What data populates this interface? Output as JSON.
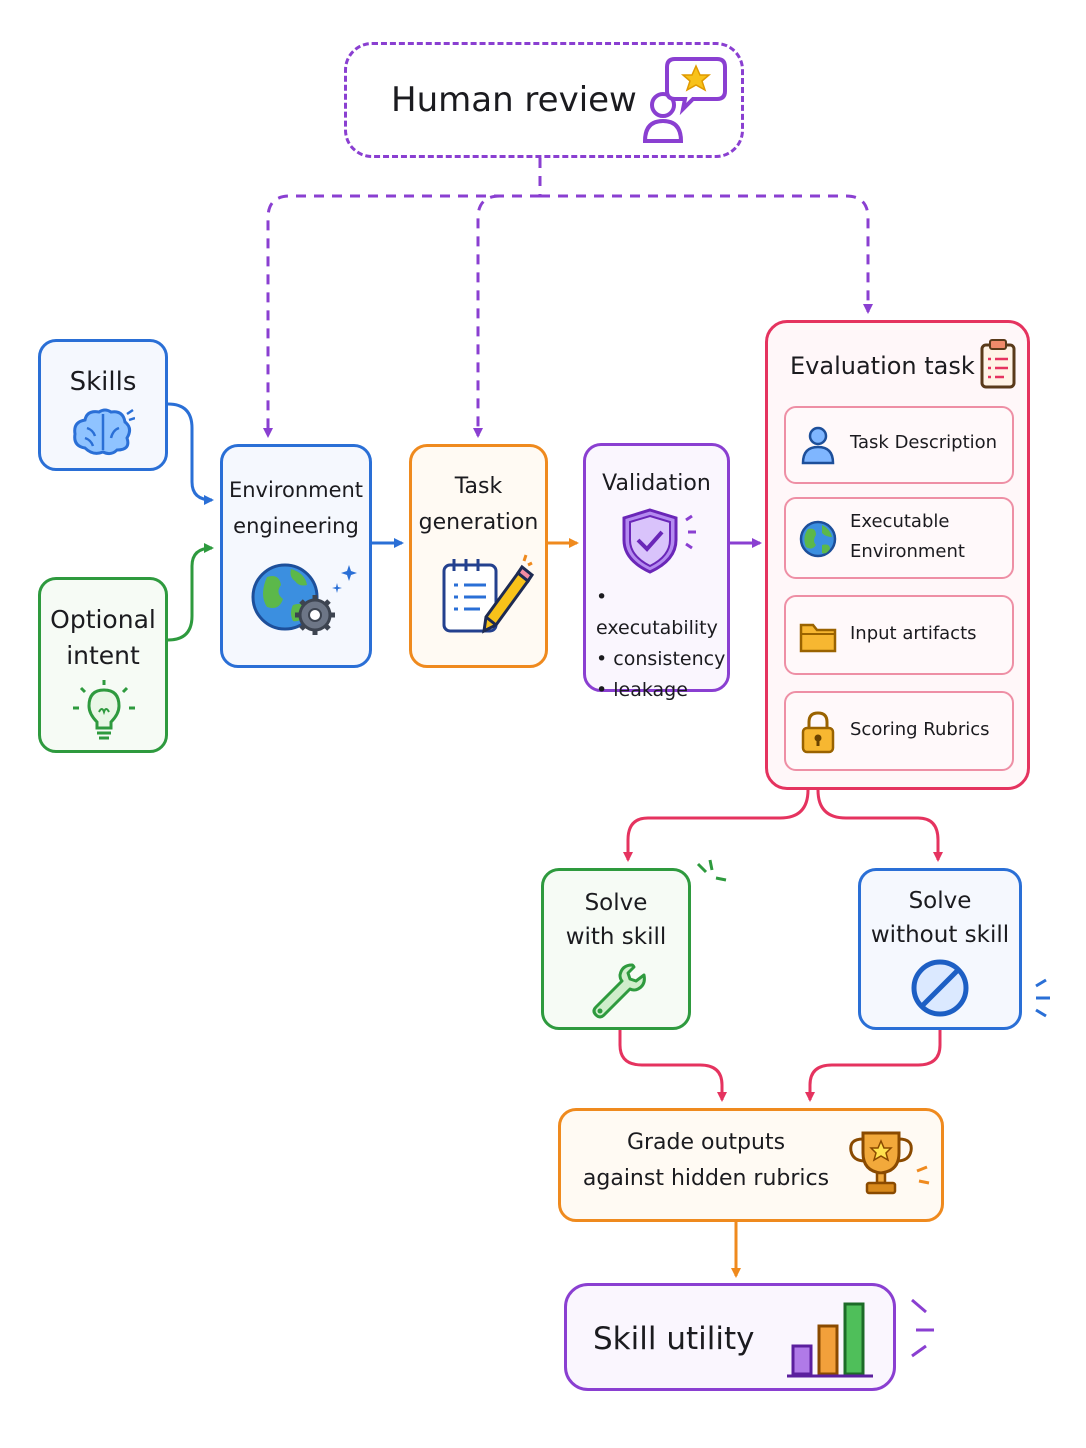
{
  "human_review": {
    "title": "Human review"
  },
  "skills": {
    "label": "Skills"
  },
  "optional_intent": {
    "line1": "Optional",
    "line2": "intent"
  },
  "environment_engineering": {
    "line1": "Environment",
    "line2": "engineering"
  },
  "task_generation": {
    "line1": "Task",
    "line2": "generation"
  },
  "validation": {
    "title": "Validation",
    "checks": [
      "executability",
      "consistency",
      "leakage"
    ]
  },
  "evaluation_task": {
    "title": "Evaluation task",
    "items": [
      {
        "line1": "Task Description",
        "line2": ""
      },
      {
        "line1": "Executable",
        "line2": "Environment"
      },
      {
        "line1": "Input artifacts",
        "line2": ""
      },
      {
        "line1": "Scoring Rubrics",
        "line2": ""
      }
    ]
  },
  "solve_with_skill": {
    "line1": "Solve",
    "line2": "with skill"
  },
  "solve_without_skill": {
    "line1": "Solve",
    "line2": "without skill"
  },
  "grade_outputs": {
    "line1": "Grade outputs",
    "line2": "against hidden rubrics"
  },
  "skill_utility": {
    "title": "Skill utility"
  },
  "icons": {
    "human_review": "person-speech-star-icon",
    "skills": "brain-icon",
    "optional_intent": "lightbulb-icon",
    "environment_engineering": "globe-gear-icon",
    "task_generation": "notepad-pencil-icon",
    "validation": "shield-check-icon",
    "task_description": "person-icon",
    "executable_environment": "globe-icon",
    "input_artifacts": "folder-icon",
    "scoring_rubrics": "padlock-icon",
    "evaluation_task": "clipboard-icon",
    "solve_with_skill": "wrench-icon",
    "solve_without_skill": "prohibited-icon",
    "grade_outputs": "trophy-icon",
    "skill_utility": "bar-chart-icon"
  },
  "colors": {
    "purple": "#8a3fd1",
    "blue": "#2a6fd6",
    "green": "#2e9a3e",
    "orange": "#ef8a1e",
    "red": "#e5335f"
  }
}
